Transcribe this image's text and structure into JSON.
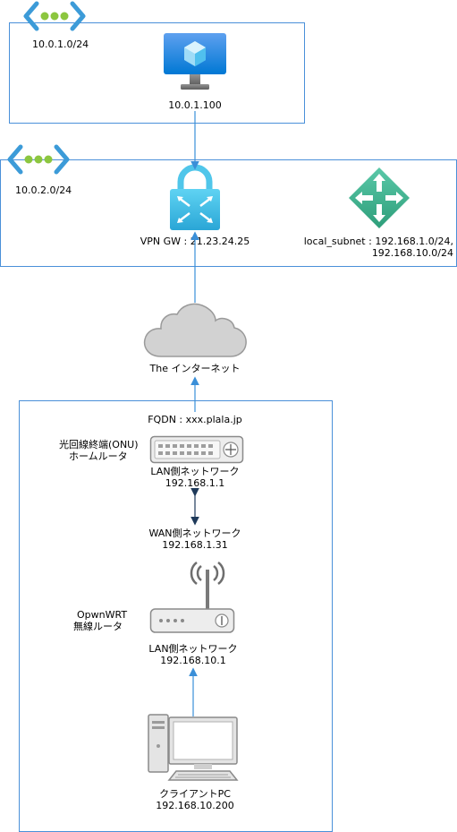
{
  "vnet1": {
    "cidr": "10.0.1.0/24",
    "vm_ip": "10.0.1.100"
  },
  "vnet2": {
    "cidr": "10.0.2.0/24",
    "vpn_gw": "VPN GW : 21.23.24.25",
    "local_subnet_line1": "local_subnet : 192.168.1.0/24,",
    "local_subnet_line2": "192.168.10.0/24"
  },
  "internet": {
    "label": "The インターネット"
  },
  "home": {
    "fqdn": "FQDN : xxx.plala.jp",
    "onu_line1": "光回線終端(ONU)",
    "onu_line2": "ホームルータ",
    "onu_lan_label": "LAN側ネットワーク",
    "onu_lan_ip": "192.168.1.1",
    "wan_label": "WAN側ネットワーク",
    "wan_ip": "192.168.1.31",
    "router_line1": "OpwnWRT",
    "router_line2": "無線ルータ",
    "router_lan_label": "LAN側ネットワーク",
    "router_lan_ip": "192.168.10.1",
    "client_label": "クライアントPC",
    "client_ip": "192.168.10.200"
  },
  "colors": {
    "border": "#4a90d9",
    "arrow": "#3a8fd8",
    "dark_arrow": "#1f3a5a",
    "vnet_icon": "#3c9bd8",
    "vnet_dot": "#8cc63f"
  }
}
